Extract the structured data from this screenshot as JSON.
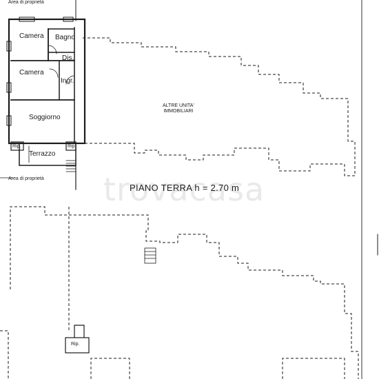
{
  "rooms": {
    "camera_1": "Camera",
    "bagno": "Bagno",
    "dis": "Dis.",
    "camera_2": "Camera",
    "ingr": "Ingr.",
    "soggiorno": "Soggiorno",
    "terrazzo": "Terrazzo",
    "rip_left": "Rip.",
    "rip_right": "Rip.",
    "rip_lower": "Rip."
  },
  "area_labels": {
    "top": "Area di proprietà",
    "bottom": "Area di proprietà"
  },
  "other_units": {
    "line1": "ALTRE UNITA'",
    "line2": "IMMOBILIARI"
  },
  "level": "PIANO TERRA  h = 2.70 m",
  "watermark": "trovacasa",
  "colors": {
    "line": "#1a1a1a",
    "watermark": "#e9e9e9",
    "background": "#ffffff"
  }
}
